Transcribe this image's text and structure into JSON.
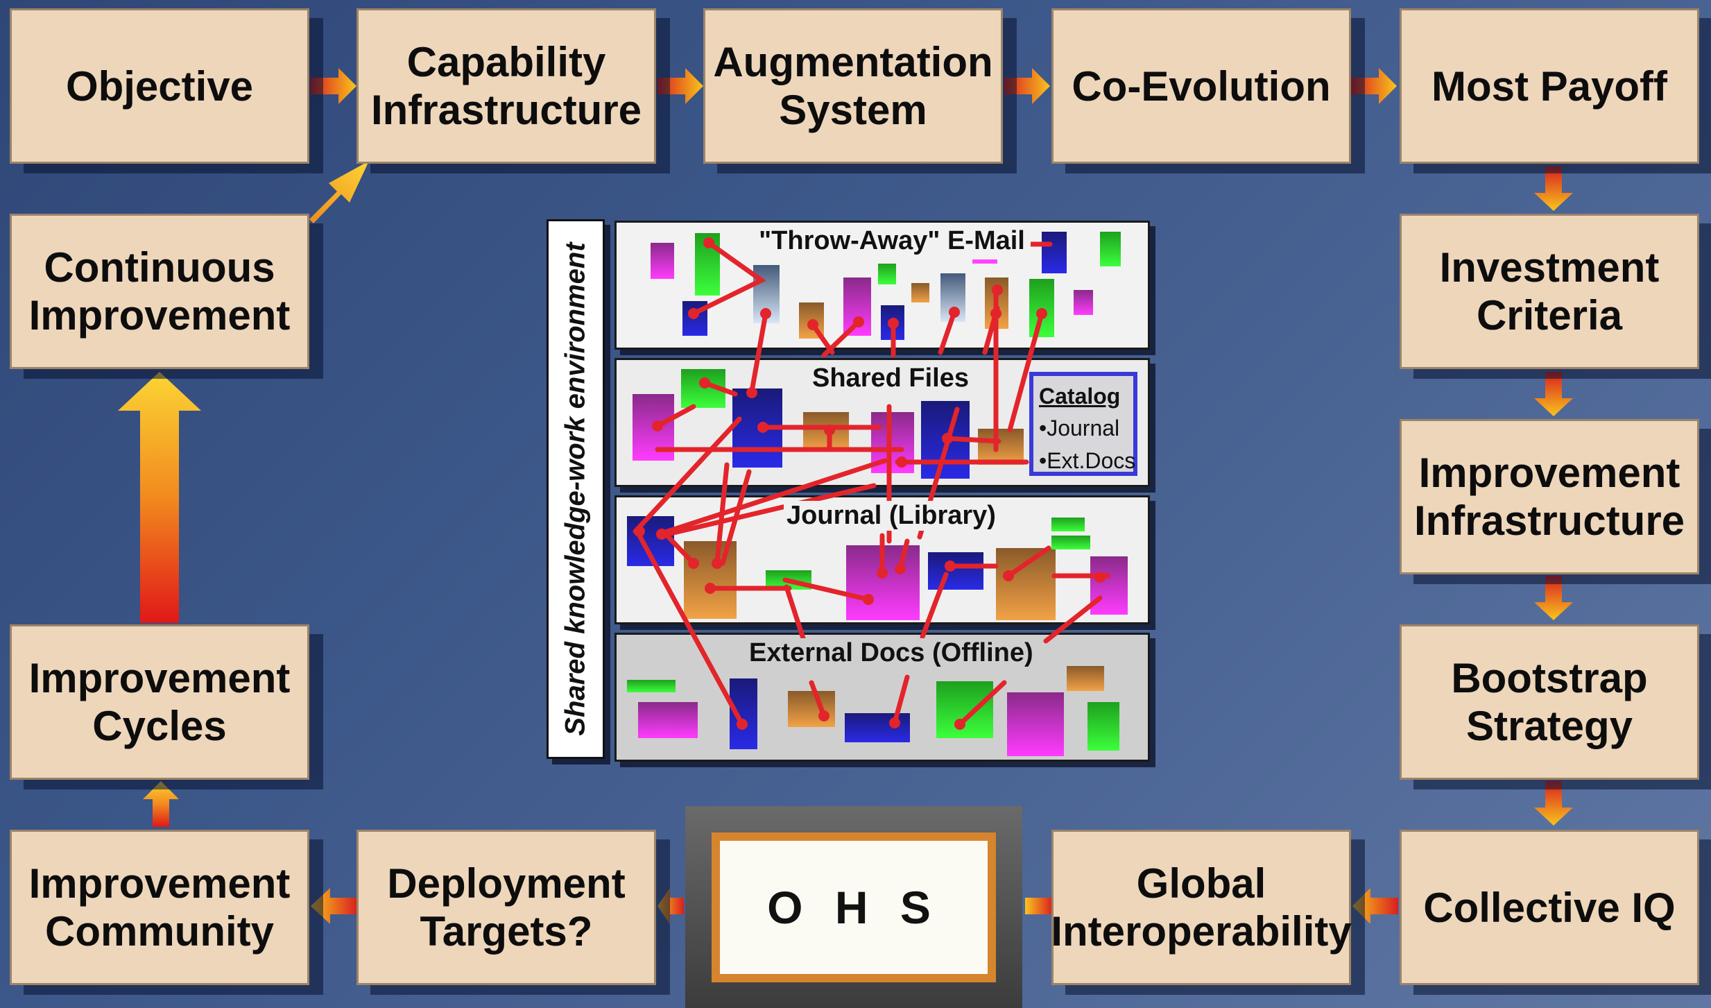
{
  "flow_boxes": {
    "objective": "Objective",
    "capability_infrastructure": "Capability\nInfrastructure",
    "augmentation_system": "Augmentation\nSystem",
    "co_evolution": "Co-Evolution",
    "most_payoff": "Most Payoff",
    "continuous_improvement": "Continuous\nImprovement",
    "investment_criteria": "Investment\nCriteria",
    "improvement_infrastructure": "Improvement\nInfrastructure",
    "improvement_cycles": "Improvement\nCycles",
    "bootstrap_strategy": "Bootstrap\nStrategy",
    "improvement_community": "Improvement\nCommunity",
    "deployment_targets": "Deployment\nTargets?",
    "global_interoperability": "Global\nInteroperability",
    "collective_iq": "Collective IQ"
  },
  "center": {
    "environment_label": "Shared knowledge-work environment",
    "layers": {
      "email": "\"Throw-Away\" E-Mail",
      "shared_files": "Shared Files",
      "journal": "Journal (Library)",
      "external_docs": "External Docs (Offline)"
    },
    "catalog": {
      "title": "Catalog",
      "item1": "•Journal",
      "item2": "•Ext.Docs"
    }
  },
  "ohs": {
    "label": "O H S"
  },
  "colors": {
    "box_fill": "#eed6bb",
    "background": "#3b5688",
    "link_red": "#e3242b",
    "arrow_orange": "#f5a623",
    "ohs_border": "#d6852e"
  }
}
